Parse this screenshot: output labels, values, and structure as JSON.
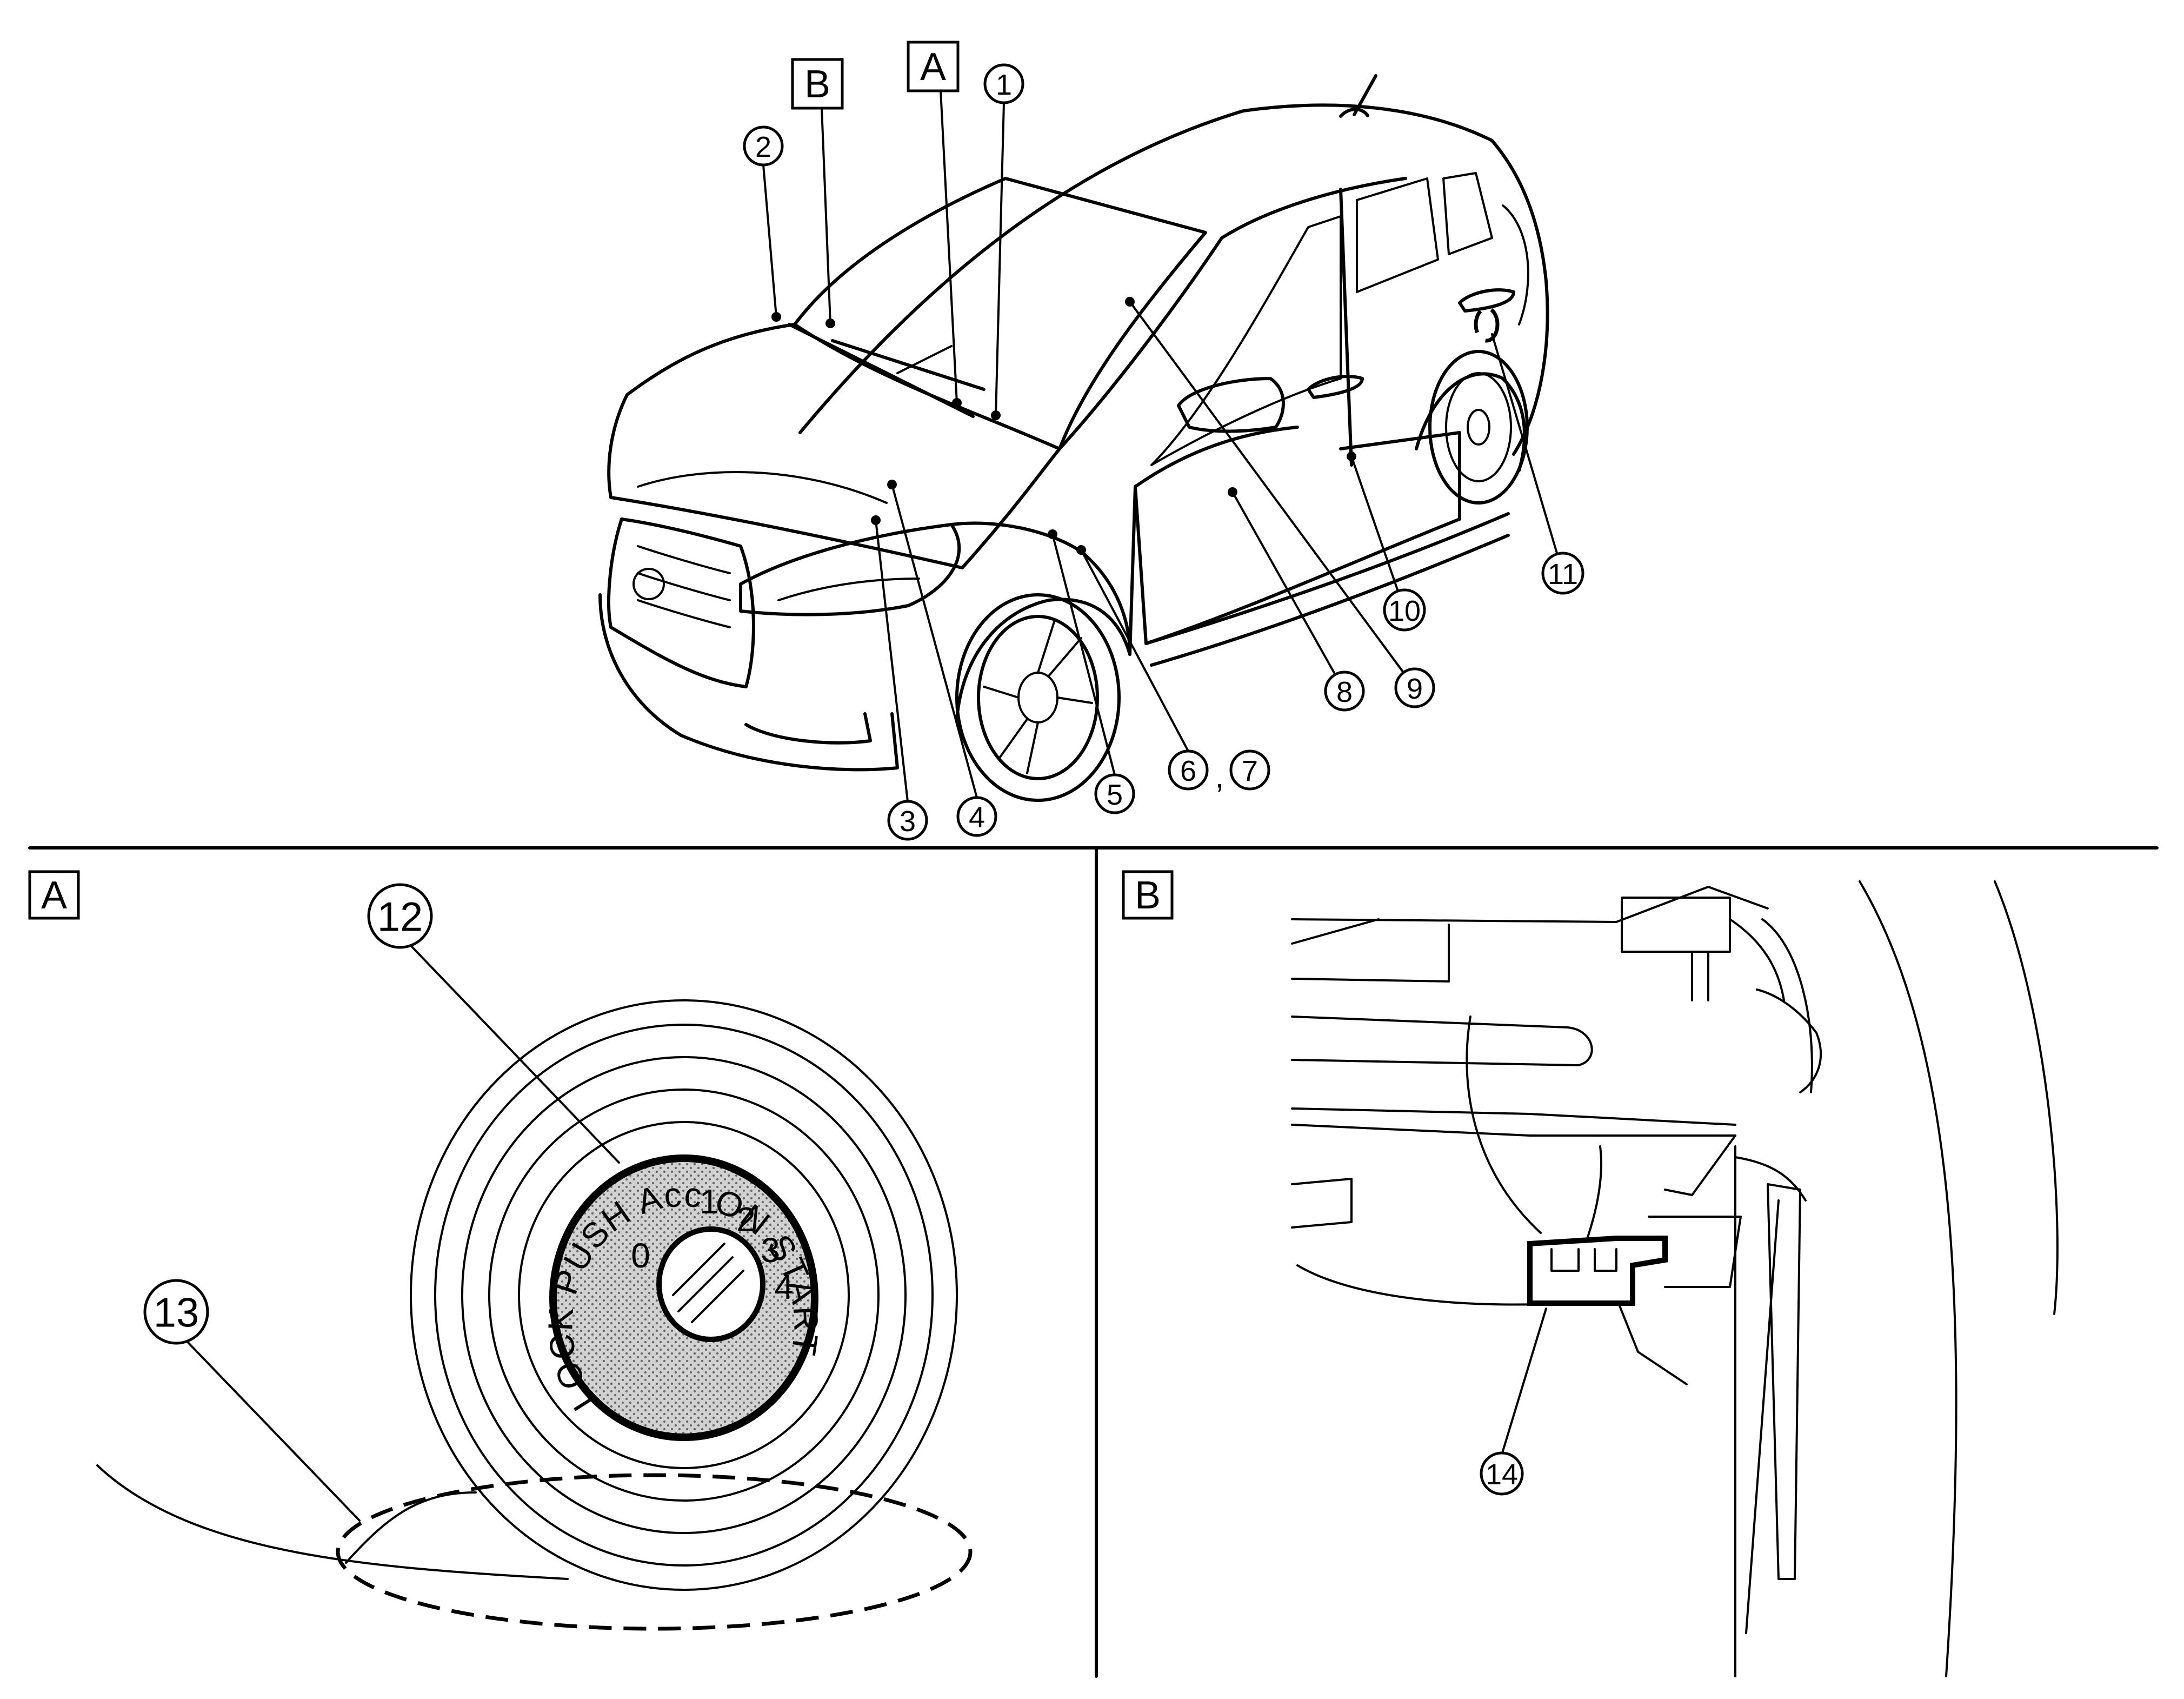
{
  "top_view": {
    "box_labels": {
      "a": "A",
      "b": "B"
    },
    "callouts": [
      "1",
      "2",
      "3",
      "4",
      "5",
      "6",
      "7",
      "8",
      "9",
      "10",
      "11"
    ],
    "separator": ","
  },
  "detail_a": {
    "box_label": "A",
    "callouts": [
      "12",
      "13"
    ],
    "switch": {
      "ring_text": "LOCK PUSH Acc ON START",
      "positions": [
        "0",
        "1",
        "2",
        "3",
        "4"
      ]
    }
  },
  "detail_b": {
    "box_label": "B",
    "callouts": [
      "14"
    ]
  }
}
